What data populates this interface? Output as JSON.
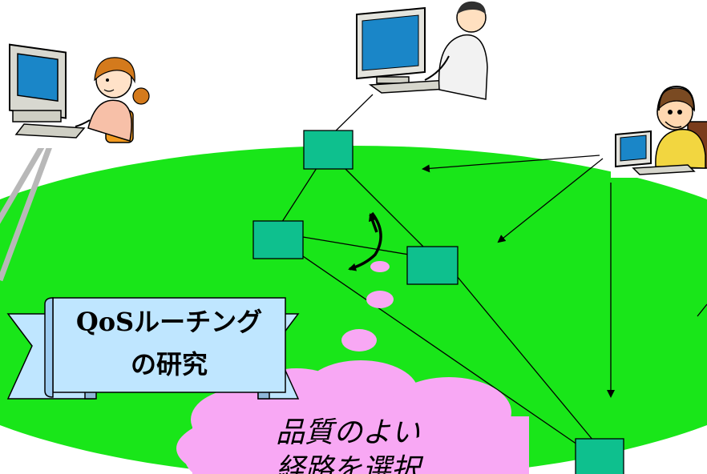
{
  "colors": {
    "field": "#19e619",
    "node": "#0ec08e",
    "banner": "#bfe6ff",
    "bubble": "#f8a8f4",
    "link_gray": "#b8b8b8"
  },
  "banner": {
    "line1": "QoSルーチング",
    "line2": "の研究"
  },
  "bubble": {
    "line1": "品質のよい",
    "line2": "経路を選択"
  },
  "icons": [
    "girl-at-computer-icon",
    "man-at-computer-icon",
    "operator-with-headset-icon"
  ]
}
